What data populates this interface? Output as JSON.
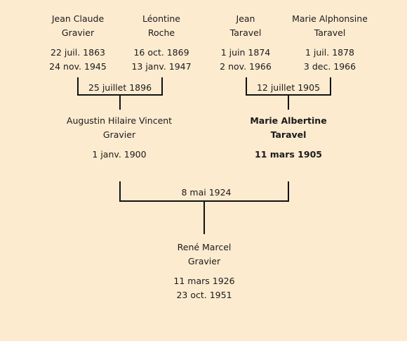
{
  "people": {
    "p1": {
      "first": "Jean Claude",
      "last": "Gravier",
      "birth": "22 juil. 1863",
      "death": "24 nov. 1945"
    },
    "p2": {
      "first": "Léontine",
      "last": "Roche",
      "birth": "16 oct. 1869",
      "death": "13 janv. 1947"
    },
    "p3": {
      "first": "Jean",
      "last": "Taravel",
      "birth": "1 juin 1874",
      "death": "2 nov. 1966"
    },
    "p4": {
      "first": "Marie Alphonsine",
      "last": "Taravel",
      "birth": "1 juil. 1878",
      "death": "3 dec. 1966"
    },
    "p5": {
      "first": "Augustin Hilaire Vincent",
      "last": "Gravier",
      "birth": "1 janv. 1900",
      "death": ""
    },
    "p6": {
      "first": "Marie Albertine",
      "last": "Taravel",
      "birth": "11 mars 1905",
      "death": ""
    },
    "p7": {
      "first": "René Marcel",
      "last": "Gravier",
      "birth": "11 mars 1926",
      "death": "23 oct. 1951"
    }
  },
  "marriages": {
    "m1": "25 juillet 1896",
    "m2": "12 juillet 1905",
    "m3": "8 mai 1924"
  },
  "colors": {
    "background": "#fdebd0",
    "line": "#111111",
    "text": "#1a1a1a"
  }
}
